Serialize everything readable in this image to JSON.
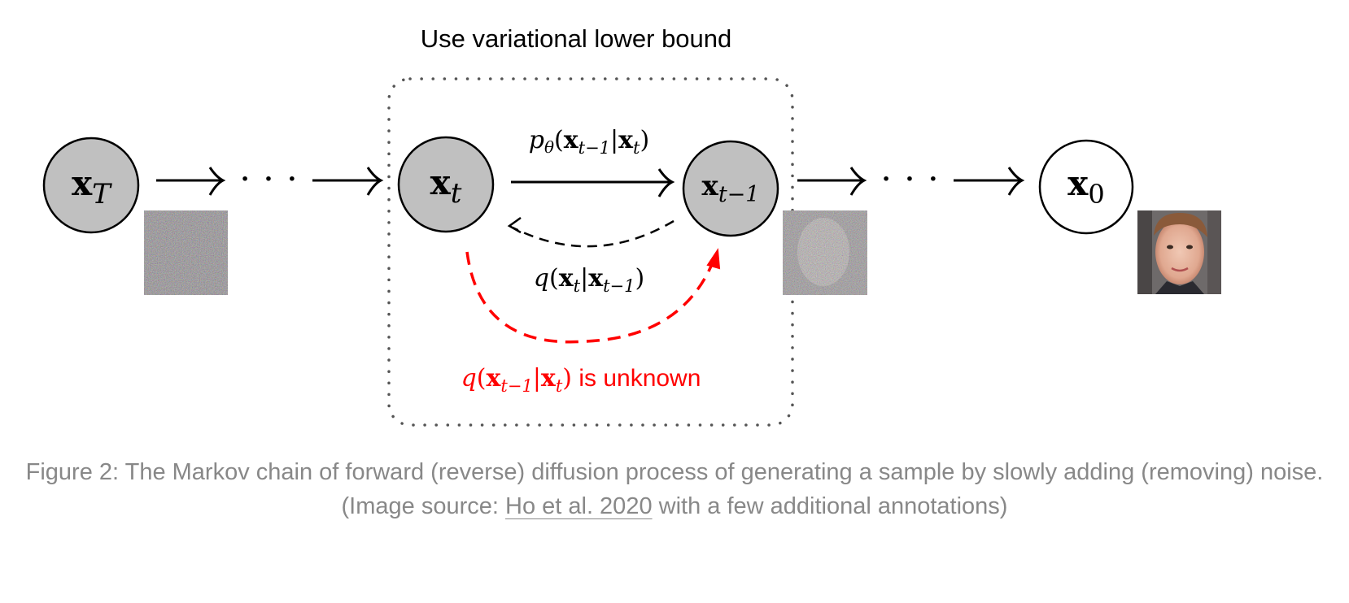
{
  "figure": {
    "header": "Use variational lower bound",
    "nodes": [
      {
        "id": "xT",
        "label_main": "x",
        "label_sub": "T",
        "fill": "#c0c0c0"
      },
      {
        "id": "xt",
        "label_main": "x",
        "label_sub": "t",
        "fill": "#c0c0c0"
      },
      {
        "id": "xt1",
        "label_main": "x",
        "label_sub": "t−1",
        "fill": "#c0c0c0"
      },
      {
        "id": "x0",
        "label_main": "x",
        "label_sub": "0",
        "fill": "#ffffff"
      }
    ],
    "ellipsis": "· · ·",
    "reverse_label": {
      "p": "p",
      "theta": "θ",
      "open": "(",
      "x1": "x",
      "s1": "t−1",
      "bar": "|",
      "x2": "x",
      "s2": "t",
      "close": ")"
    },
    "forward_label": {
      "q": "q",
      "open": "(",
      "x1": "x",
      "s1": "t",
      "bar": "|",
      "x2": "x",
      "s2": "t−1",
      "close": ")"
    },
    "unknown_label": {
      "q": "q",
      "open": "(",
      "x1": "x",
      "s1": "t−1",
      "bar": "|",
      "x2": "x",
      "s2": "t",
      "close": ")",
      "suffix": " is unknown"
    },
    "colors": {
      "accent": "#ff0000",
      "node_fill": "#c0c0c0",
      "stroke": "#000000",
      "box": "#555555"
    }
  },
  "caption": {
    "text_before": "Figure 2: The Markov chain of forward (reverse) diffusion process of generating a sample by slowly adding (removing) noise. (Image source: ",
    "link_text": "Ho et al. 2020",
    "text_after": " with a few additional annotations)"
  }
}
